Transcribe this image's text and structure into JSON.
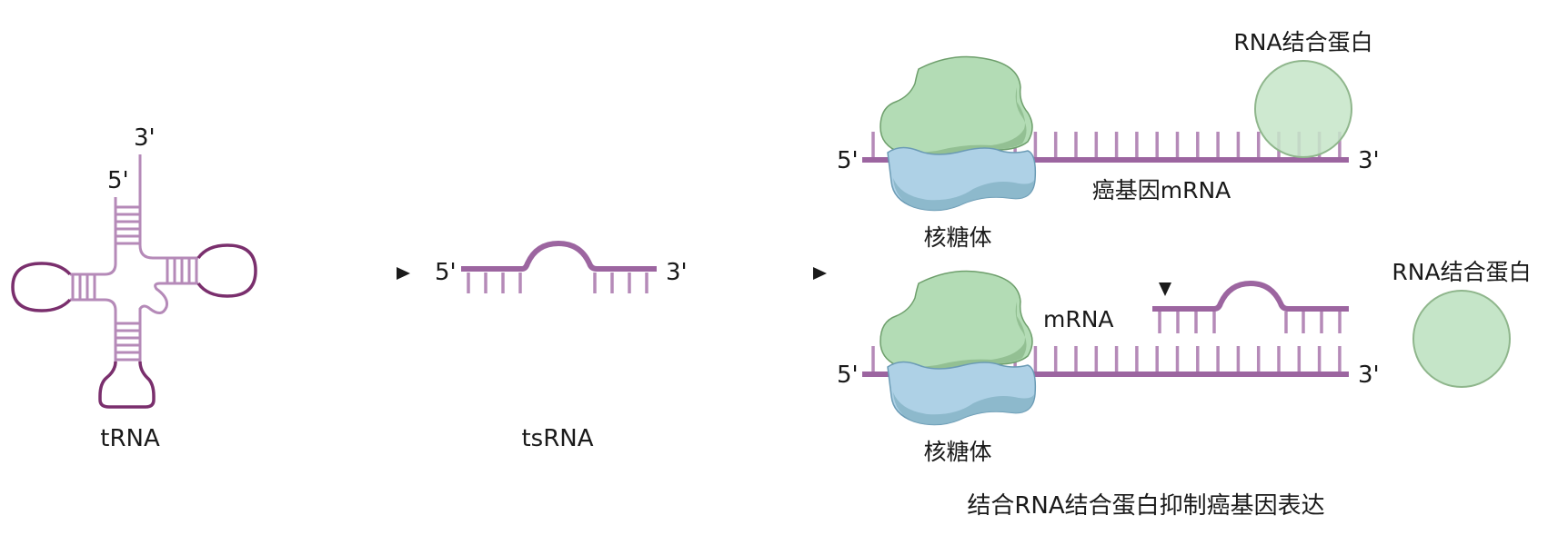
{
  "colors": {
    "strand": "#9c65a0",
    "tick": "#b58ab8",
    "loop": "#7a2f6d",
    "ribosome_large": "#b3dcb5",
    "ribosome_large_shade": "#8fbc8f",
    "ribosome_small": "#aed1e6",
    "ribosome_small_shade": "#8ab6c9",
    "protein": "#c5e5c8",
    "protein_stroke": "#8fb68c",
    "text": "#1a1a1a"
  },
  "trna": {
    "label": "tRNA",
    "five_prime": "5'",
    "three_prime": "3'"
  },
  "tsrna": {
    "label": "tsRNA",
    "five_prime": "5'",
    "three_prime": "3'"
  },
  "top_panel": {
    "five_prime": "5'",
    "three_prime": "3'",
    "ribosome_label": "核糖体",
    "mrna_label": "癌基因mRNA",
    "protein_label": "RNA结合蛋白"
  },
  "bottom_panel": {
    "five_prime": "5'",
    "three_prime": "3'",
    "ribosome_label": "核糖体",
    "mrna_label": "mRNA",
    "protein_label": "RNA结合蛋白",
    "caption": "结合RNA结合蛋白抑制癌基因表达"
  }
}
